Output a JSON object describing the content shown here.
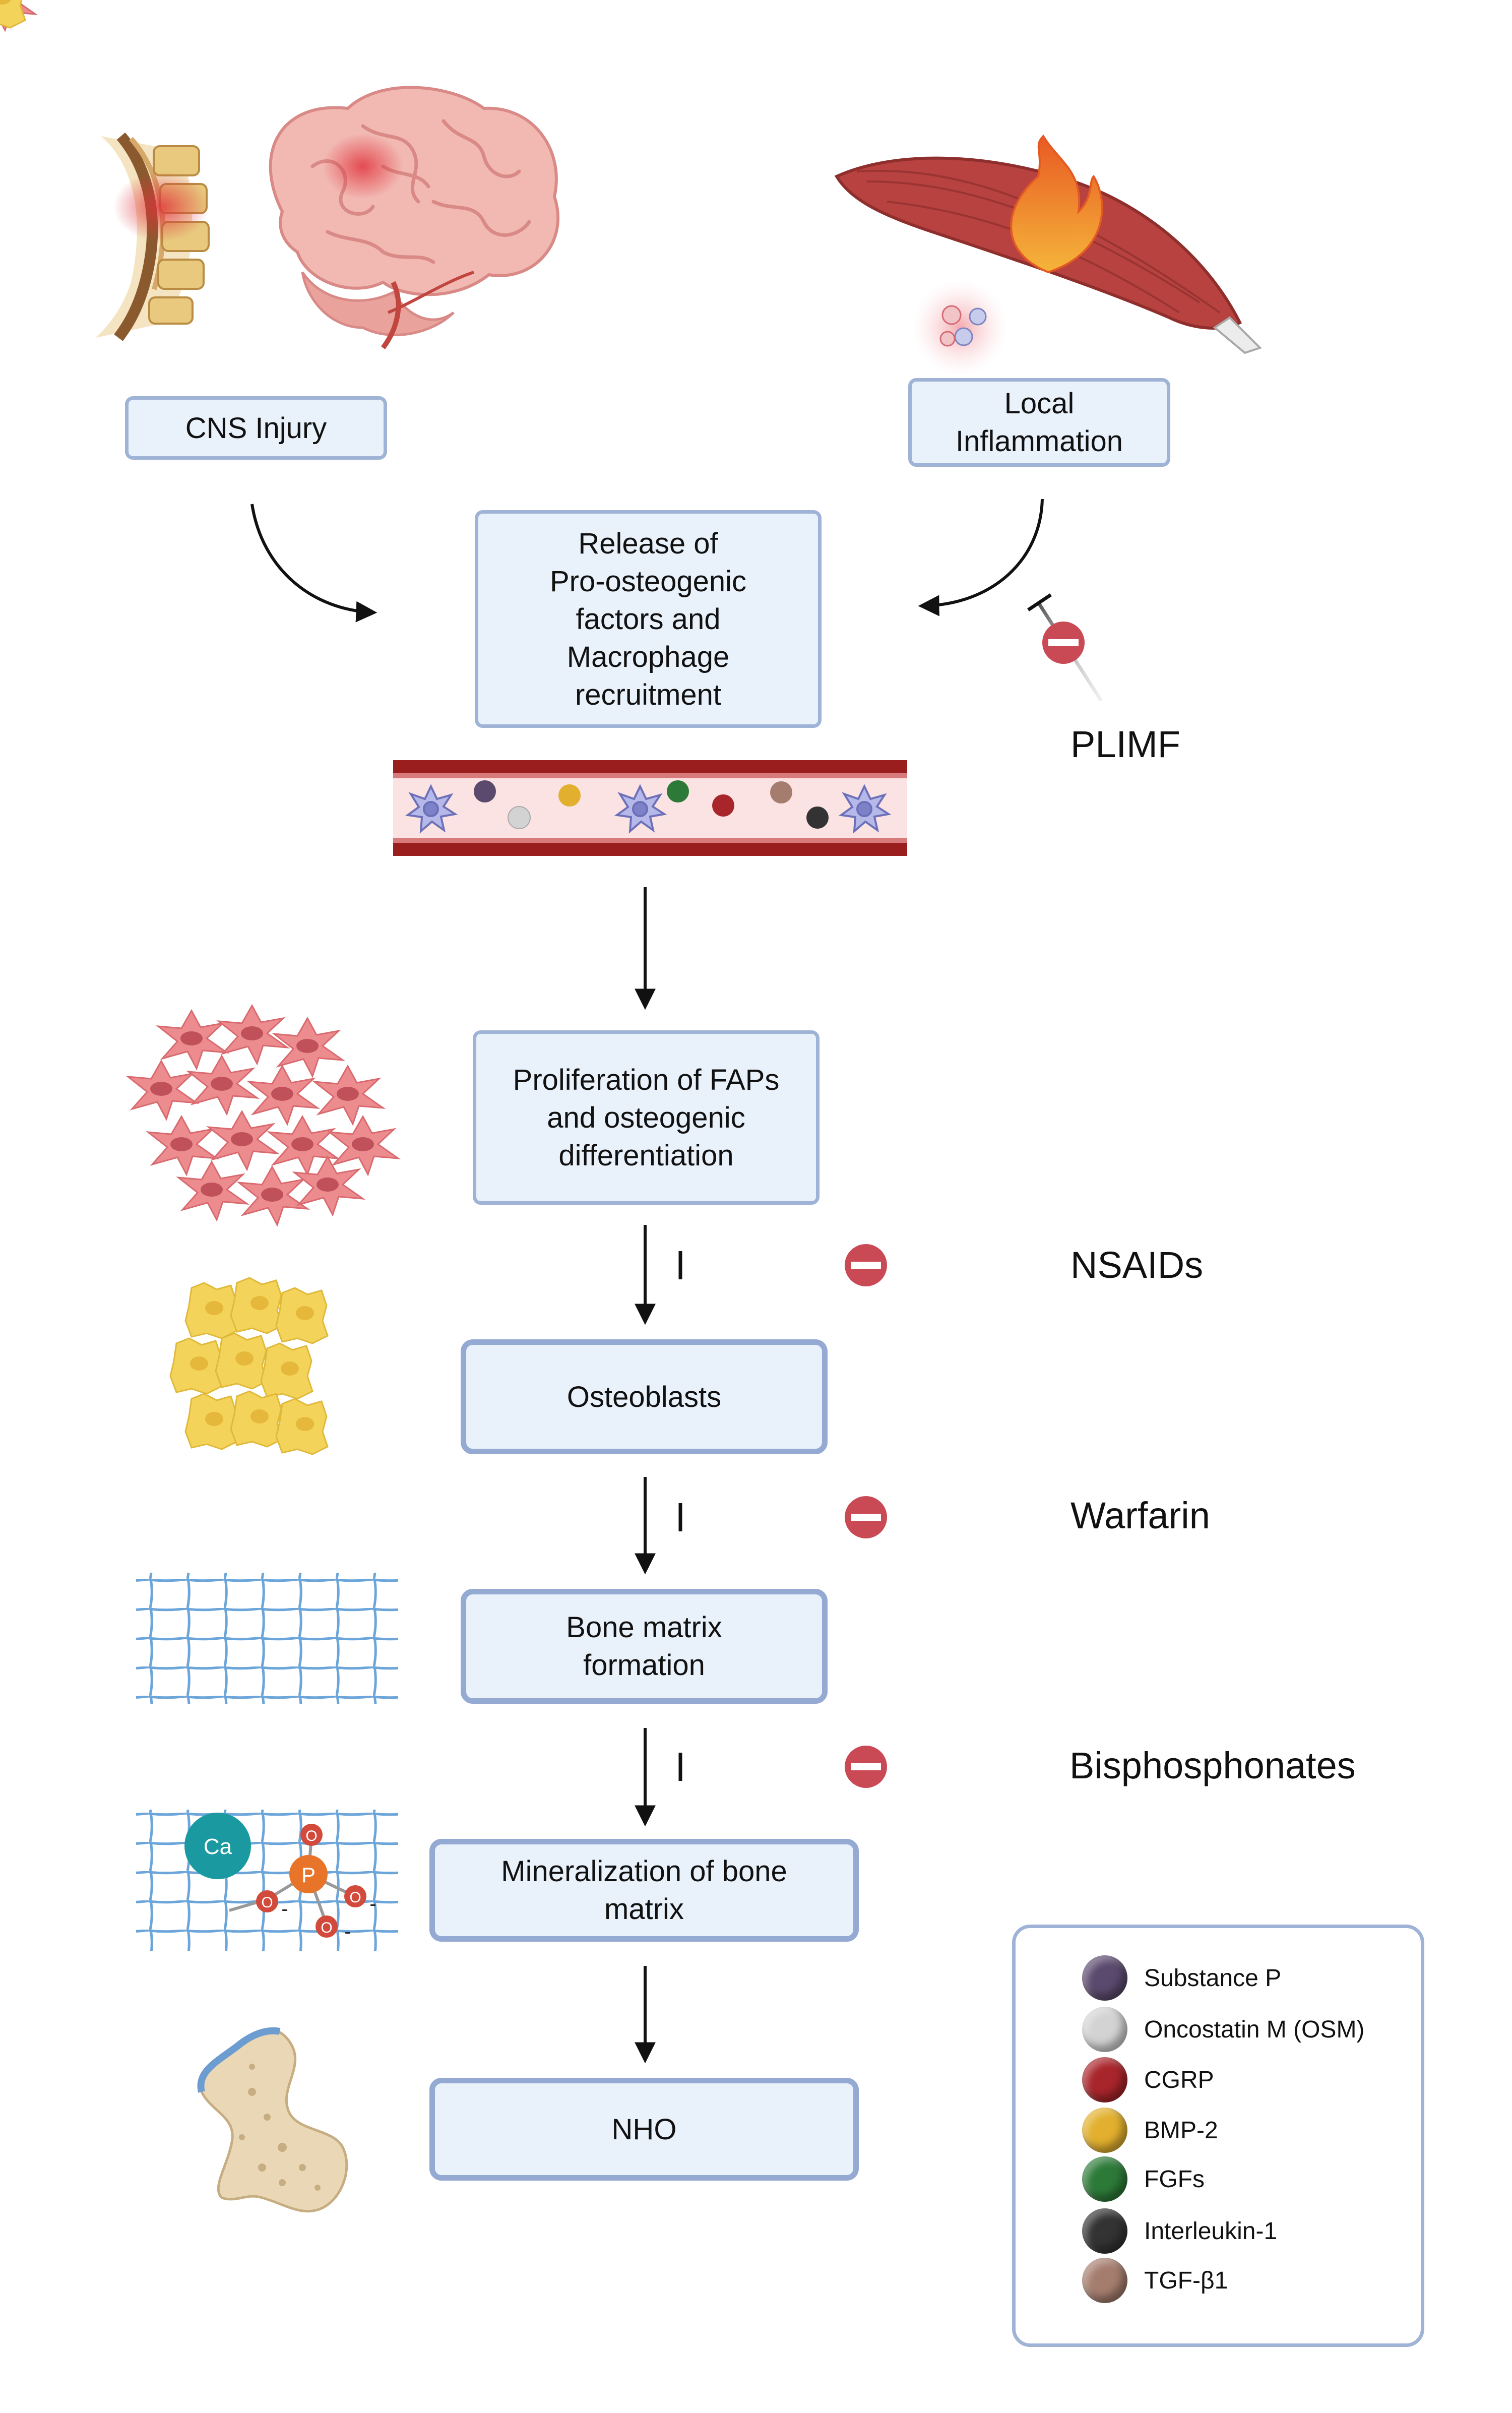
{
  "boxes": {
    "cns": "CNS Injury",
    "inflammation": "Local\nInflammation",
    "release": "Release of\nPro-osteogenic\nfactors and\nMacrophage\nrecruitment",
    "proliferation": "Proliferation of FAPs\nand osteogenic\ndifferentiation",
    "osteoblasts": "Osteoblasts",
    "matrix": "Bone matrix\nformation",
    "mineralization": "Mineralization of bone\nmatrix",
    "nho": "NHO"
  },
  "drugs": {
    "plimf": "PLIMF",
    "nsaids": "NSAIDs",
    "warfarin": "Warfarin",
    "bisphosphonates": "Bisphosphonates"
  },
  "molecule_labels": {
    "ca": "Ca",
    "p": "P",
    "o": "O",
    "minus": "-"
  },
  "legend": [
    {
      "label": "Substance P",
      "color": "#5b4a6e"
    },
    {
      "label": "Oncostatin M (OSM)",
      "color": "#d3d3d3"
    },
    {
      "label": "CGRP",
      "color": "#a8252b"
    },
    {
      "label": "BMP-2",
      "color": "#e2b02e"
    },
    {
      "label": "FGFs",
      "color": "#2d7a38"
    },
    {
      "label": "Interleukin-1",
      "color": "#333333"
    },
    {
      "label": "TGF-β1",
      "color": "#a57d6e"
    }
  ],
  "colors": {
    "box_fill": "#e9f1fb",
    "box_border": "#9fb3d6",
    "inhibitor": "#c94a55",
    "muscle": "#b7423f",
    "vessel": "#9a1e1e",
    "osteoblast": "#f3d35a",
    "fap_cell": "#ec8c8f",
    "mesh": "#5b9bd5",
    "calcium": "#1a9aa0",
    "phosphorus": "#e8742a",
    "oxygen": "#d24a3b"
  }
}
